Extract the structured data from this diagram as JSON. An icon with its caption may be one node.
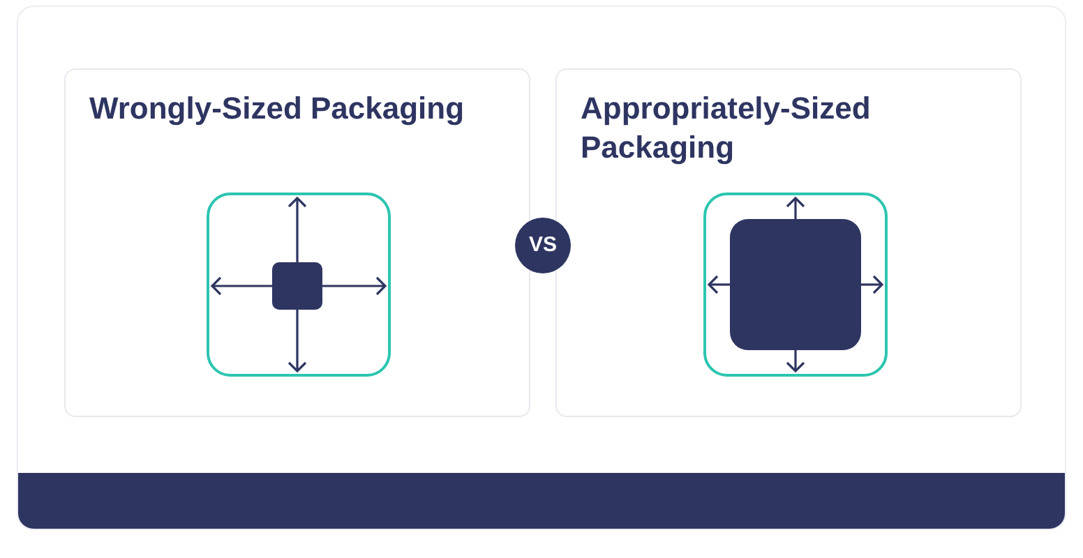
{
  "diagram": {
    "nodes": [
      {
        "text": [
          "Wrongly-Sized Packaging"
        ]
      },
      {
        "text": [
          "VS"
        ]
      },
      {
        "text": [
          "Appropriately-Sized Packaging"
        ]
      }
    ]
  }
}
